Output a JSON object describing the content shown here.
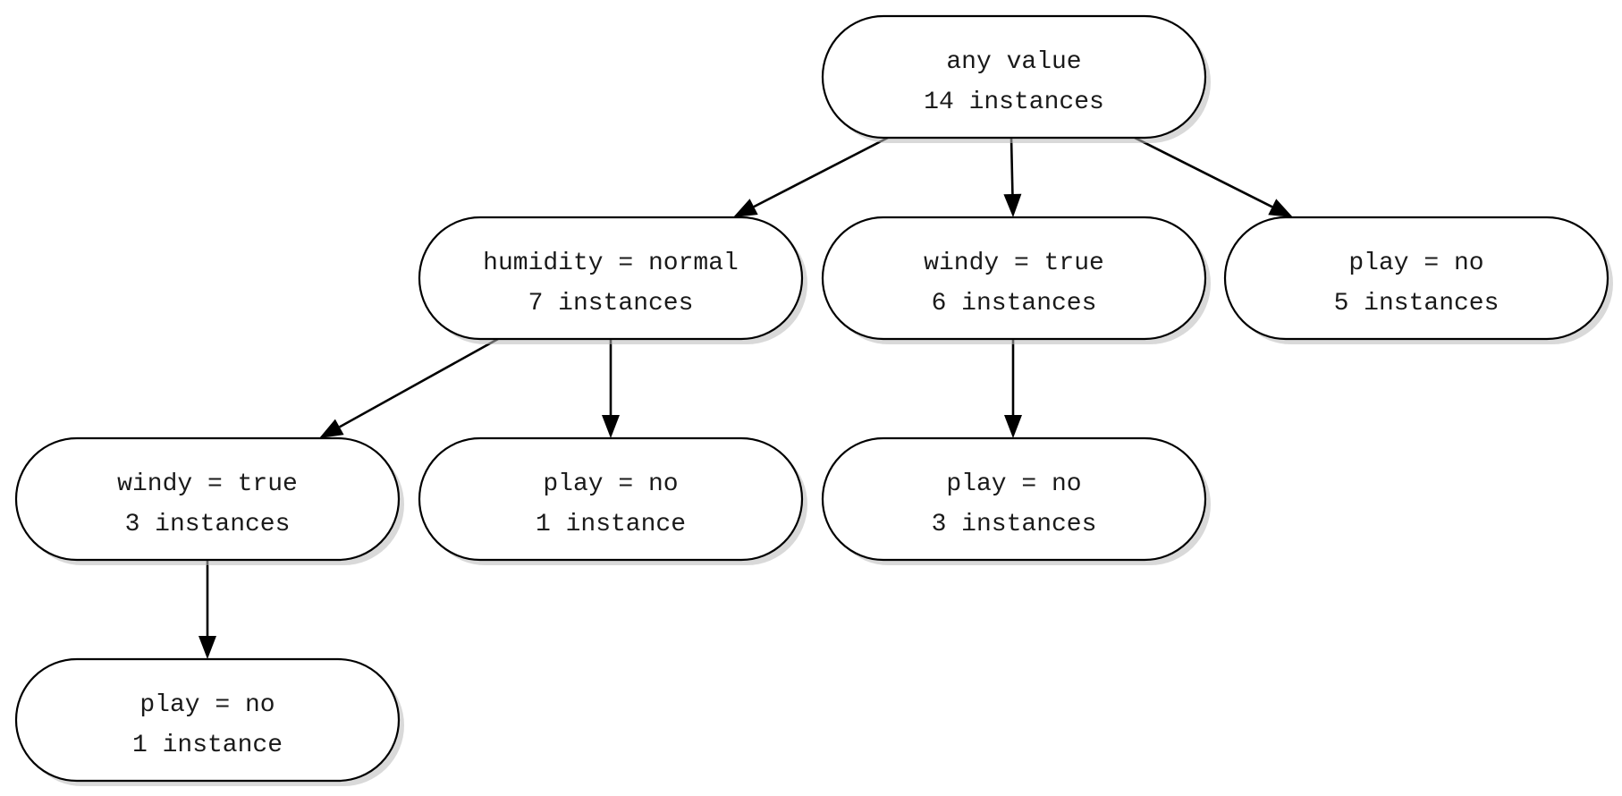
{
  "tree": {
    "nodes": [
      {
        "id": "root",
        "condition": "any value",
        "count": "14 instances"
      },
      {
        "id": "humidity-normal",
        "condition": "humidity = normal",
        "count": "7 instances"
      },
      {
        "id": "windy-true-root",
        "condition": "windy = true",
        "count": "6 instances"
      },
      {
        "id": "play-no-root",
        "condition": "play = no",
        "count": "5 instances"
      },
      {
        "id": "windy-true-humidity",
        "condition": "windy = true",
        "count": "3 instances"
      },
      {
        "id": "play-no-humidity",
        "condition": "play = no",
        "count": "1 instance"
      },
      {
        "id": "play-no-windy",
        "condition": "play = no",
        "count": "3 instances"
      },
      {
        "id": "play-no-windy-humidity",
        "condition": "play = no",
        "count": "1 instance"
      }
    ],
    "edges": [
      {
        "from": "root",
        "to": "humidity-normal"
      },
      {
        "from": "root",
        "to": "windy-true-root"
      },
      {
        "from": "root",
        "to": "play-no-root"
      },
      {
        "from": "humidity-normal",
        "to": "windy-true-humidity"
      },
      {
        "from": "humidity-normal",
        "to": "play-no-humidity"
      },
      {
        "from": "windy-true-root",
        "to": "play-no-windy"
      },
      {
        "from": "windy-true-humidity",
        "to": "play-no-windy-humidity"
      }
    ]
  }
}
